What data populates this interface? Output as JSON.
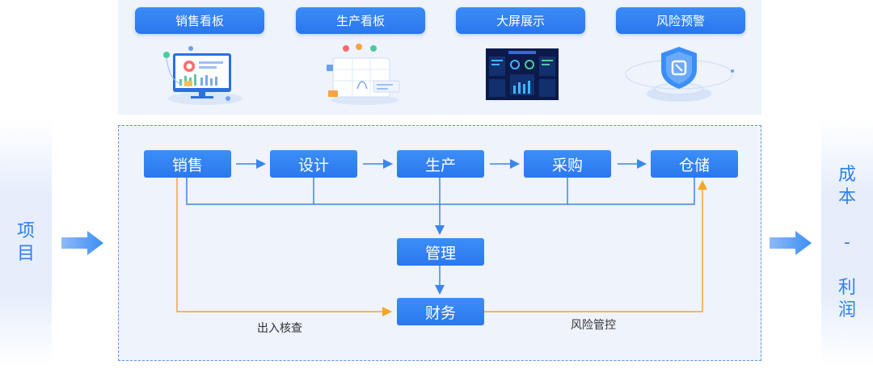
{
  "left_label": [
    "项",
    "目"
  ],
  "right_label": [
    "成",
    "本",
    "-",
    "利",
    "润"
  ],
  "top_buttons": [
    "销售看板",
    "生产看板",
    "大屏展示",
    "风险预警"
  ],
  "nodes": {
    "sales": "销售",
    "design": "设计",
    "production": "生产",
    "purchase": "采购",
    "warehouse": "仓储",
    "management": "管理",
    "finance": "财务"
  },
  "edge_labels": {
    "audit": "出入核查",
    "risk": "风险管控"
  },
  "colors": {
    "primary": "#2f7ff0",
    "flow_line": "#3b86ec",
    "orange_line": "#f5a623"
  },
  "icons": [
    "sales-dashboard-illustration",
    "production-dashboard-illustration",
    "big-screen-illustration",
    "shield-warning-illustration"
  ]
}
